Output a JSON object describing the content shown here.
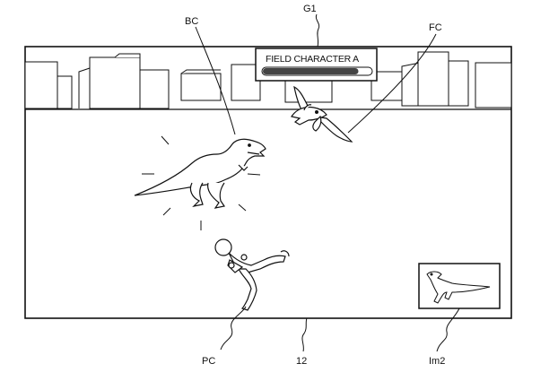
{
  "figure": {
    "labels": {
      "game_image": "G1",
      "boss_character": "BC",
      "field_character": "FC",
      "player_character": "PC",
      "screen": "12",
      "minimap_image": "Im2"
    }
  },
  "hud": {
    "name_label": "FIELD CHARACTER A",
    "health_fraction": 0.88
  },
  "colors": {
    "line": "#111111",
    "background": "#ffffff",
    "health_fill": "#444444"
  },
  "icons": {
    "boss": "dinosaur-icon",
    "field": "pterodactyl-icon",
    "player": "runner-icon",
    "minimap": "dinosaur-icon"
  }
}
